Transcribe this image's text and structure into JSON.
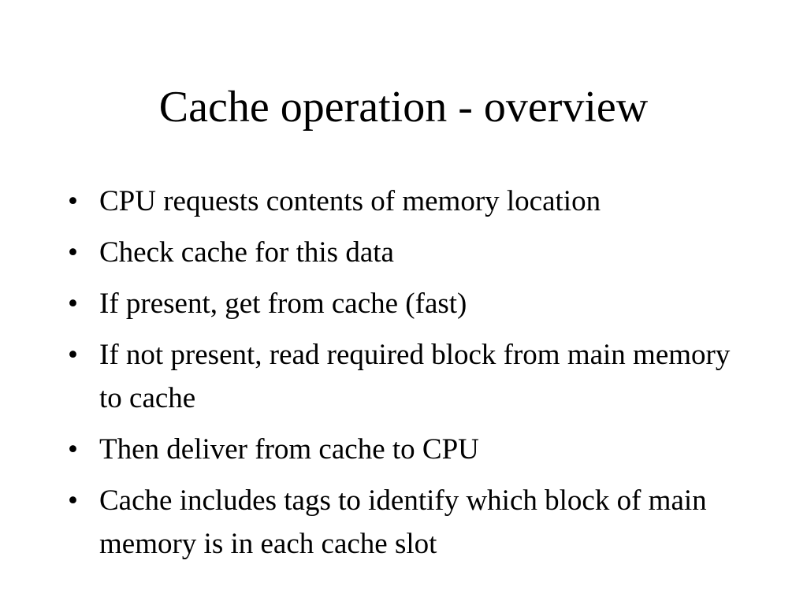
{
  "slide": {
    "title": "Cache operation - overview",
    "bullet_symbol": "•",
    "bullets": [
      "CPU requests contents of memory location",
      "Check cache for this data",
      "If present, get from cache (fast)",
      "If not present, read required block from main memory to cache",
      "Then deliver from cache to CPU",
      "Cache includes tags to identify which block of main memory is in each cache slot"
    ]
  }
}
